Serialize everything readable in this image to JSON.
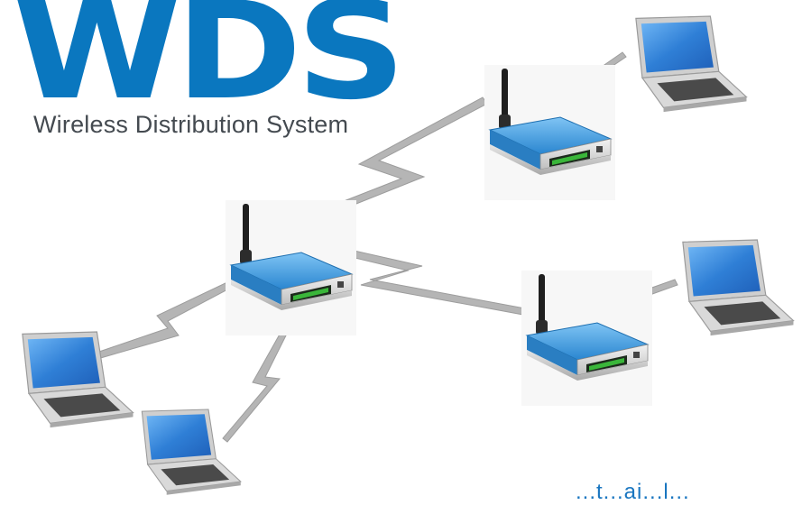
{
  "diagram": {
    "title": "WDS",
    "subtitle": "Wireless Distribution System",
    "watermark": "...t...ai...l...",
    "colors": {
      "title": "#0a77bf",
      "subtitle": "#444a50",
      "router_body": "#2f8fd8",
      "laptop_screen": "#2f7fd6",
      "wireless_link": "#b5b5b5"
    },
    "nodes": [
      {
        "id": "central-router",
        "type": "router-icon"
      },
      {
        "id": "top-right-router",
        "type": "router-icon"
      },
      {
        "id": "right-router",
        "type": "router-icon"
      },
      {
        "id": "laptop-top-right",
        "type": "laptop-icon"
      },
      {
        "id": "laptop-right",
        "type": "laptop-icon"
      },
      {
        "id": "laptop-bottom-left",
        "type": "laptop-icon"
      },
      {
        "id": "laptop-bottom-center",
        "type": "laptop-icon"
      }
    ],
    "links": [
      {
        "from": "central-router",
        "to": "top-right-router"
      },
      {
        "from": "central-router",
        "to": "right-router"
      },
      {
        "from": "central-router",
        "to": "laptop-bottom-left"
      },
      {
        "from": "central-router",
        "to": "laptop-bottom-center"
      },
      {
        "from": "top-right-router",
        "to": "laptop-top-right"
      },
      {
        "from": "right-router",
        "to": "laptop-right"
      }
    ]
  }
}
